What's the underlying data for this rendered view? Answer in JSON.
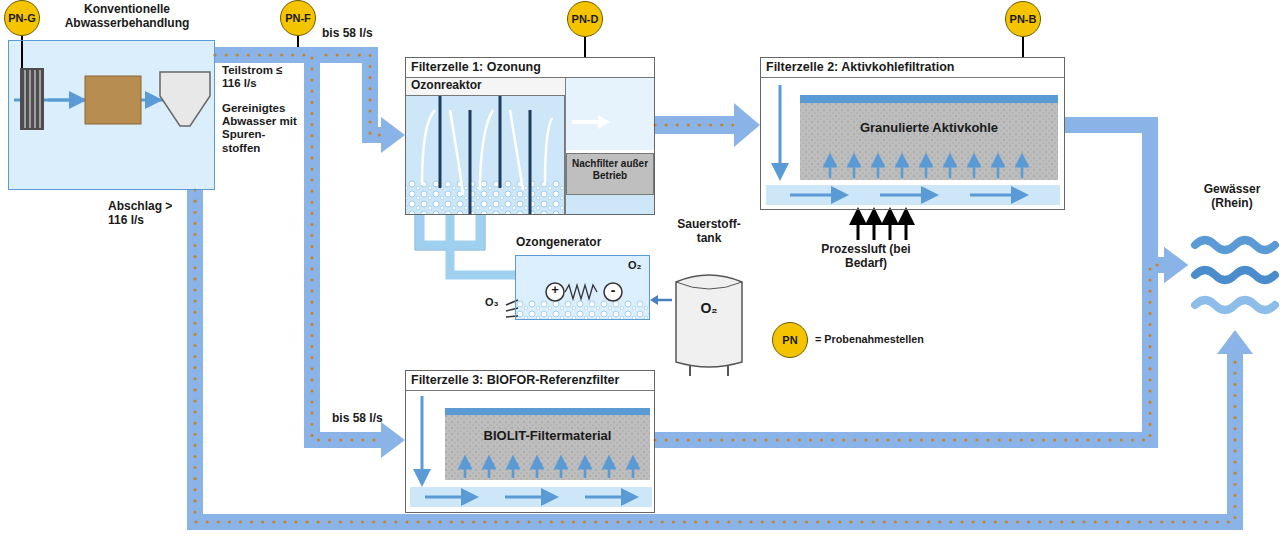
{
  "diagram": {
    "nodes": [
      {
        "text": [
          "PN-G"
        ]
      },
      {
        "text": [
          "PN-F"
        ]
      },
      {
        "text": [
          "PN-D"
        ]
      },
      {
        "text": [
          "PN-B"
        ]
      },
      {
        "text": [
          "Konventionelle Abwasserbehandlung"
        ]
      },
      {
        "text": [
          "Filterzelle 1: Ozonung"
        ]
      },
      {
        "text": [
          "Ozonreaktor"
        ],
        "in": 5
      },
      {
        "text": [
          "Nachfilter außer Betrieb"
        ],
        "in": 5
      },
      {
        "text": [
          "Filterzelle 2: Aktivkohlefiltration"
        ]
      },
      {
        "text": [
          "Granulierte Aktivkohle"
        ],
        "in": 8
      },
      {
        "text": [
          "Filterzelle 3: BIOFOR-Referenzfilter"
        ]
      },
      {
        "text": [
          "BIOLIT-Filtermaterial"
        ],
        "in": 10
      },
      {
        "text": [
          "Ozongenerator"
        ]
      },
      {
        "text": [
          "Sauerstoff- tank",
          "O₂"
        ]
      },
      {
        "text": [
          "Gewässer (Rhein)"
        ]
      },
      {
        "text": [
          "PN",
          "= Probenahmestellen"
        ]
      }
    ],
    "edges": [
      {
        "from": 4,
        "to": 5,
        "arrow": "to"
      },
      {
        "from": 4,
        "to": 10,
        "arrow": "to"
      },
      {
        "from": 4,
        "to": 14,
        "arrow": "to"
      },
      {
        "from": 5,
        "to": 8,
        "arrow": "to"
      },
      {
        "from": 8,
        "to": 14,
        "arrow": "to"
      },
      {
        "from": 10,
        "to": 14,
        "arrow": "to"
      },
      {
        "from": 13,
        "to": 12,
        "arrow": "to"
      },
      {
        "from": 12,
        "to": 5,
        "arrow": "none"
      },
      {
        "from": 0,
        "to": 4,
        "arrow": "none"
      },
      {
        "from": 2,
        "to": 5,
        "arrow": "none"
      },
      {
        "from": 3,
        "to": 8,
        "arrow": "none"
      }
    ],
    "labels": [
      "Teilstrom ≤ 116 l/s",
      "bis 58 l/s",
      "Gereinigtes Abwasser mit Spuren- stoffen",
      "Abschlag > 116 l/s",
      "bis 58 l/s",
      "O₂",
      "O₃",
      "+",
      "-",
      "Prozessluft (bei Bedarf)"
    ]
  }
}
